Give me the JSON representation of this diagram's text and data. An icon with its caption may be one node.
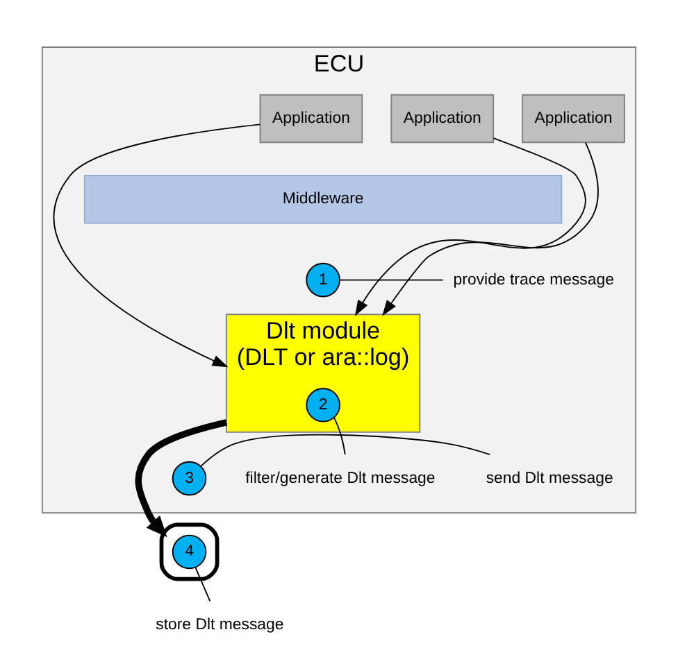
{
  "diagram": {
    "nodes": [
      {
        "text": [
          "ECU"
        ]
      },
      {
        "text": [
          "Application"
        ],
        "in": 0
      },
      {
        "text": [
          "Application"
        ],
        "in": 0
      },
      {
        "text": [
          "Application"
        ],
        "in": 0
      },
      {
        "text": [
          "Middleware"
        ],
        "in": 0
      },
      {
        "text": [
          "Dlt module",
          "(DLT or ara::log)"
        ],
        "in": 0
      },
      {
        "text": [
          "1"
        ],
        "in": 0
      },
      {
        "text": [
          "provide trace message"
        ],
        "in": 0
      },
      {
        "text": [
          "2"
        ],
        "in": 5
      },
      {
        "text": [
          "filter/generate Dlt message"
        ],
        "in": 0
      },
      {
        "text": [
          "3"
        ],
        "in": 0
      },
      {
        "text": [
          "send Dlt message"
        ],
        "in": 0
      },
      {
        "text": [],
        "shape": "picture"
      },
      {
        "text": [
          "4"
        ],
        "in": 12
      },
      {
        "text": [
          "store Dlt message"
        ]
      }
    ],
    "edges": [
      {
        "from": 1,
        "to": 5,
        "arrow": "to"
      },
      {
        "from": 2,
        "to": 5,
        "arrow": "to"
      },
      {
        "from": 3,
        "to": 5,
        "arrow": "to"
      },
      {
        "from": 5,
        "to": 12,
        "arrow": "to",
        "style": "thick"
      },
      {
        "from": 6,
        "to": 7,
        "arrow": "none"
      },
      {
        "from": 8,
        "to": 9,
        "arrow": "none"
      },
      {
        "from": 10,
        "to": 11,
        "arrow": "none"
      },
      {
        "from": 13,
        "to": 14,
        "arrow": "none"
      }
    ]
  }
}
